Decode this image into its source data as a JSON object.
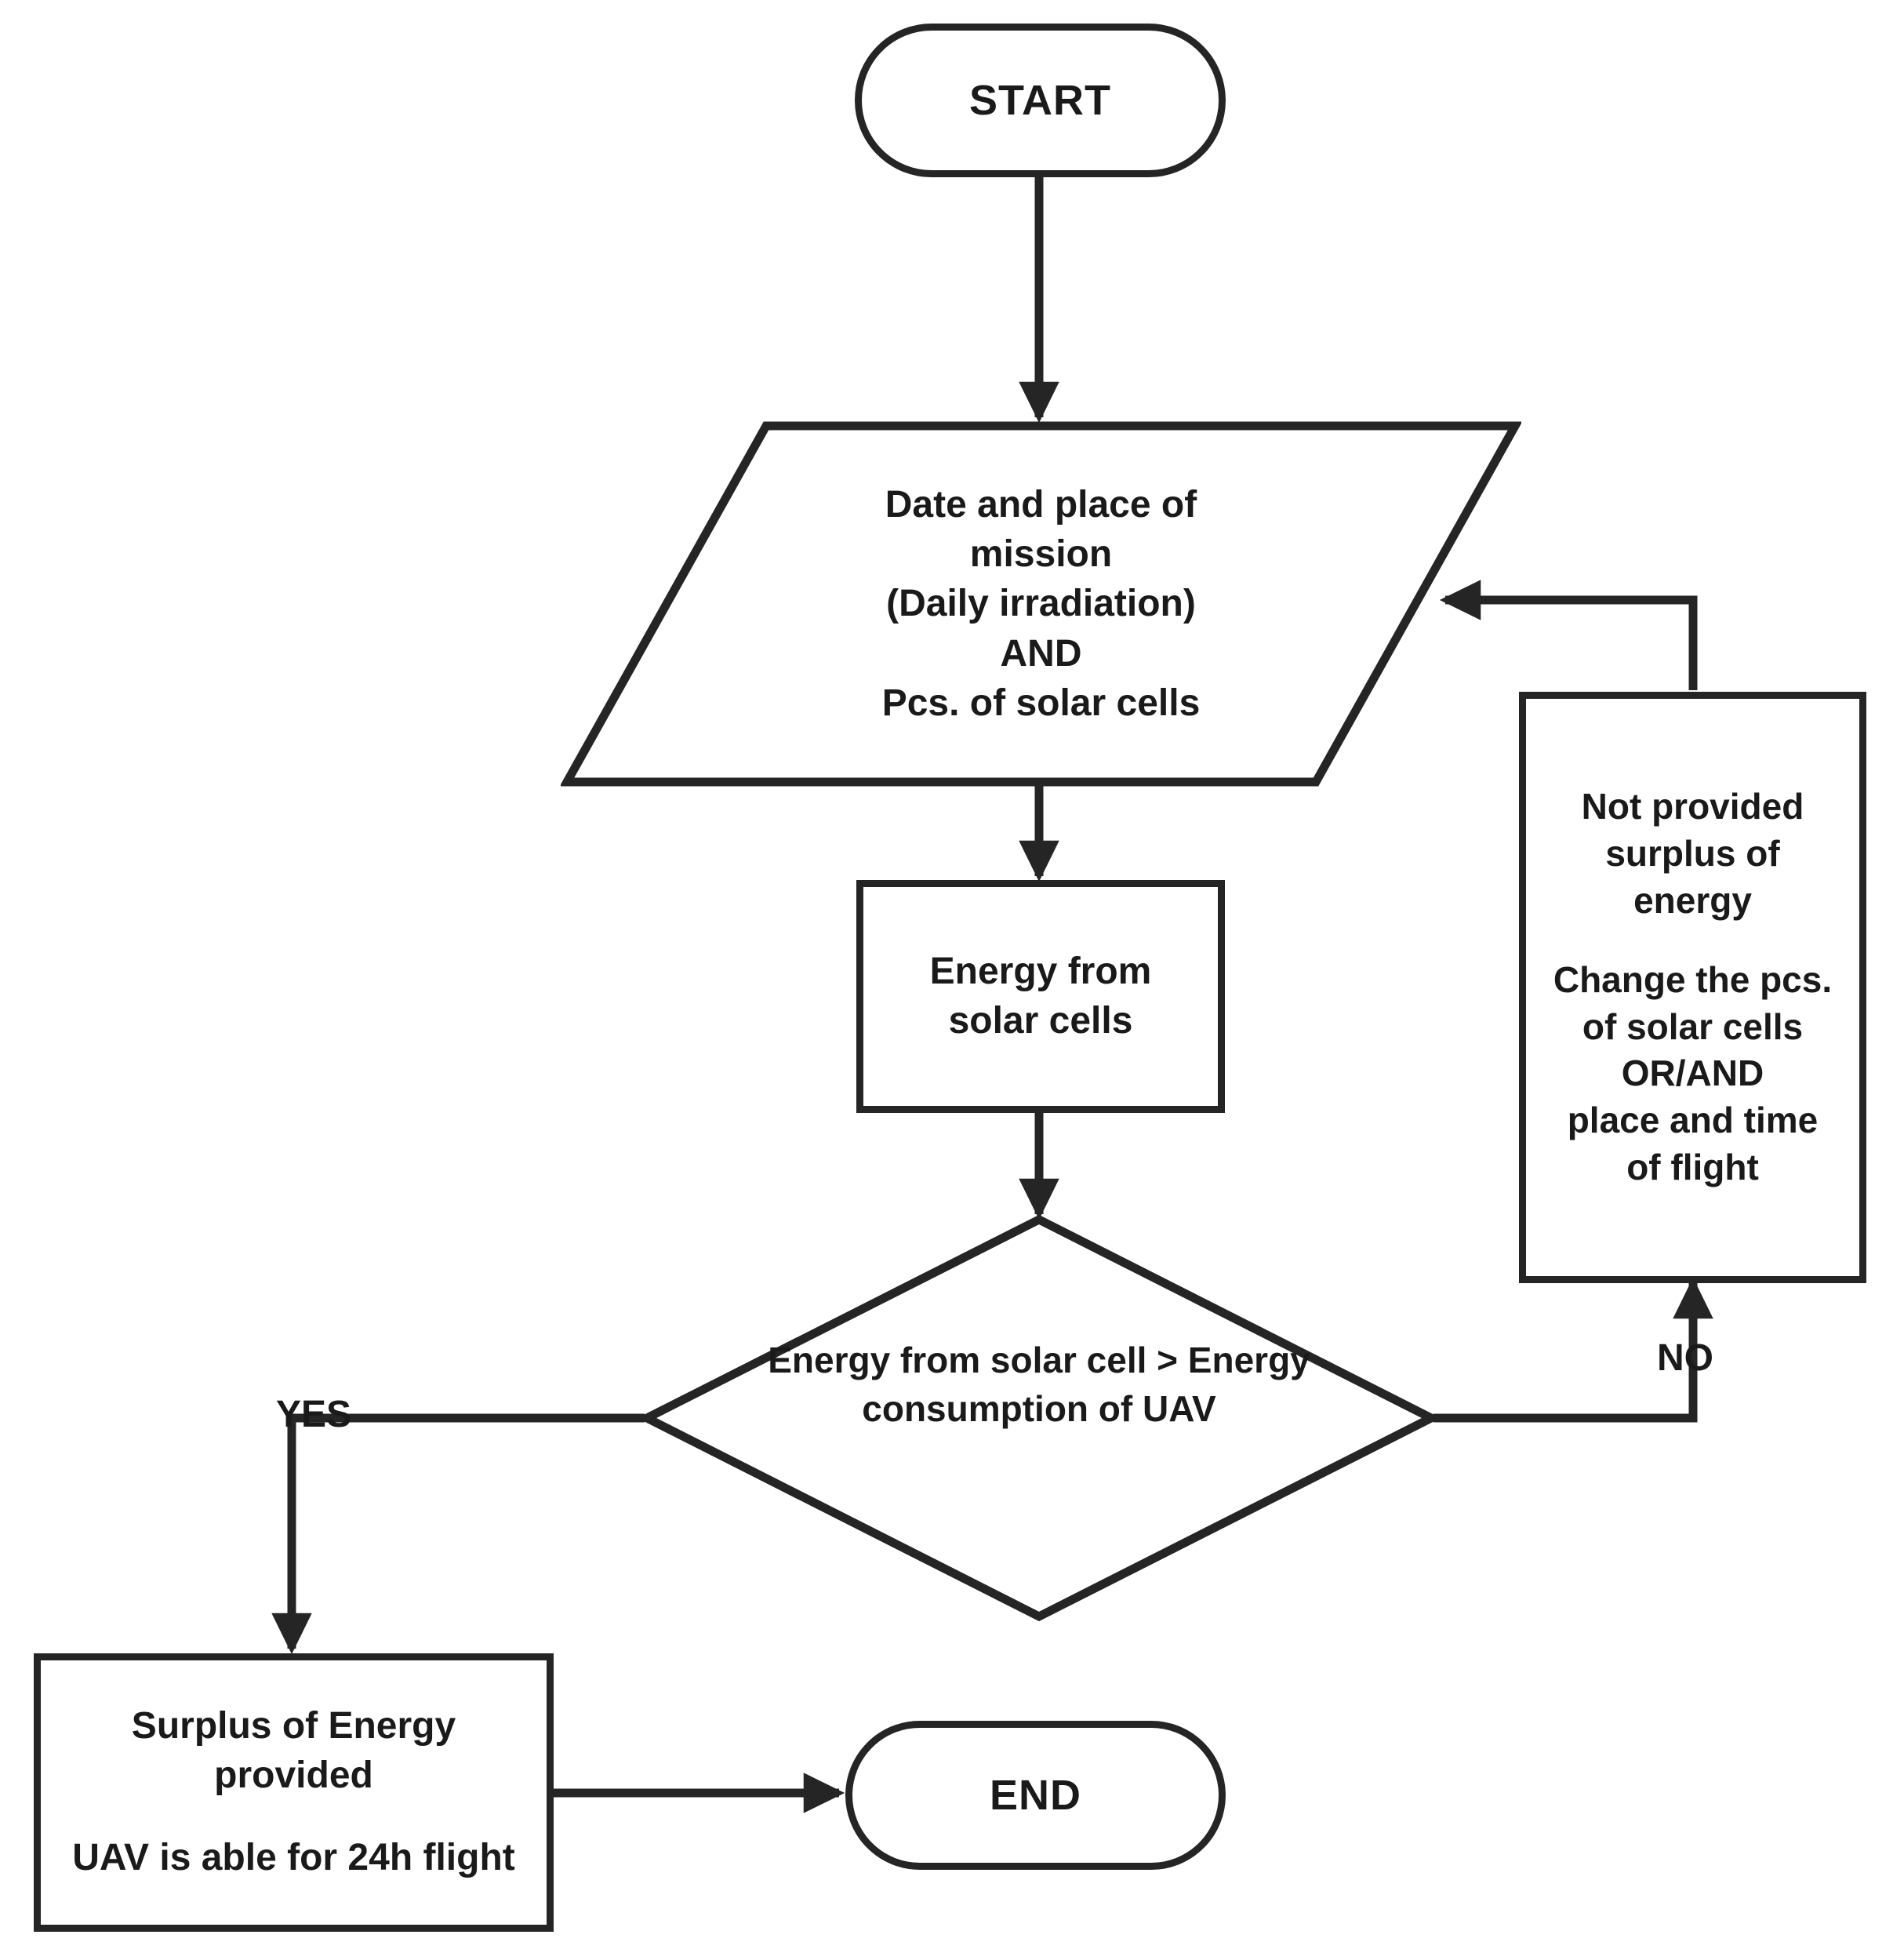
{
  "diagram": {
    "title": "UAV solar energy feasibility flowchart",
    "stroke_color": "#252525",
    "text_color": "#1a1a1a",
    "background_color": "#ffffff"
  },
  "nodes": {
    "start": {
      "label": "START",
      "shape": "terminal"
    },
    "input_mission": {
      "shape": "parallelogram",
      "line1": "Date and place of",
      "line2": "mission",
      "line3": "(Daily irradiation)",
      "line4": "AND",
      "line5": "Pcs. of solar cells"
    },
    "energy_solar": {
      "shape": "process",
      "line1": "Energy from",
      "line2": "solar cells"
    },
    "decision": {
      "shape": "diamond",
      "line1": "Energy from solar cell > Energy",
      "line2": "consumption of UAV"
    },
    "not_provided": {
      "shape": "process",
      "line1": "Not provided",
      "line2": "surplus of",
      "line3": "energy",
      "line4": "Change the pcs.",
      "line5": "of solar cells",
      "line6": "OR/AND",
      "line7": "place and time",
      "line8": "of flight"
    },
    "surplus": {
      "shape": "process",
      "line1": "Surplus of Energy",
      "line2": "provided",
      "line3": "UAV is able for 24h flight"
    },
    "end": {
      "label": "END",
      "shape": "terminal"
    }
  },
  "edges": {
    "yes_label": "YES",
    "no_label": "NO"
  }
}
